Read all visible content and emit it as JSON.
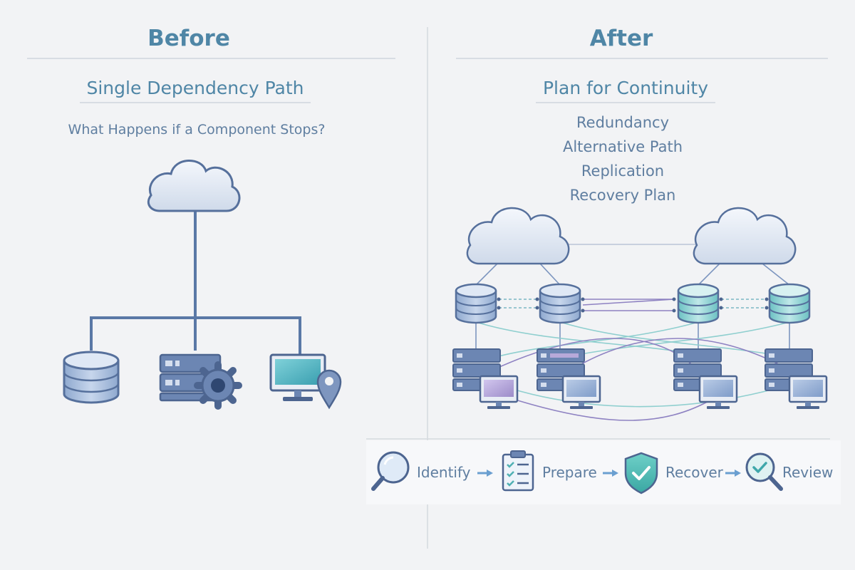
{
  "before": {
    "title": "Before",
    "subtitle": "Single Dependency Path",
    "question": "What Happens if a Component Stops?"
  },
  "after": {
    "title": "After",
    "subtitle": "Plan for Continuity",
    "items": [
      "Redundancy",
      "Alternative Path",
      "Replication",
      "Recovery Plan"
    ]
  },
  "process": {
    "steps": [
      "Identify",
      "Prepare",
      "Recover",
      "Review"
    ]
  },
  "icons": [
    "cloud-icon",
    "database-icon",
    "server-icon",
    "gear-icon",
    "monitor-icon",
    "location-pin-icon",
    "magnifier-icon",
    "checklist-icon",
    "shield-check-icon",
    "review-magnifier-icon",
    "arrow-right-icon"
  ],
  "colors": {
    "accent": "#4f86a6",
    "text": "#5f7ea0",
    "line": "#4f6e99",
    "db_blue": "#a9bfdd",
    "db_teal": "#8fd3d3",
    "monitor_screen_teal": "#4fb7c4",
    "monitor_screen_purple": "#b7a9d9",
    "shield": "#52b8b2",
    "background": "#f2f3f5"
  }
}
